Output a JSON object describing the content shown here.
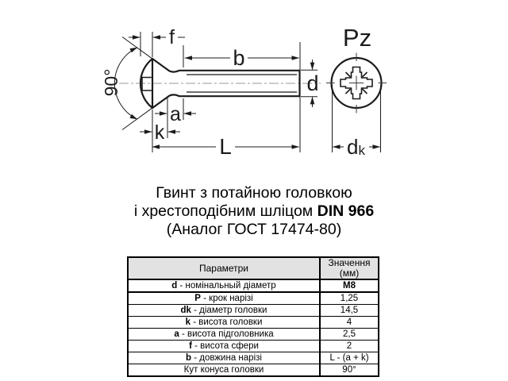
{
  "drawing": {
    "labels": {
      "f": "f",
      "b": "b",
      "d": "d",
      "a": "a",
      "k": "k",
      "L": "L",
      "angle": "90°",
      "pz": "Pz",
      "dk_main": "d",
      "dk_sub": "k"
    }
  },
  "title": {
    "line1": "Гвинт з потайною головкою",
    "line2_regular": "і хрестоподібним шліцом ",
    "line2_bold": "DIN 966",
    "line3": "(Аналог ГОСТ 17474-80)"
  },
  "table": {
    "headers": {
      "param": "Параметри",
      "value": "Значення (мм)"
    },
    "rows": [
      {
        "prefix": "d",
        "rest": " - номінальный діаметр",
        "value": "M8",
        "bold_value": true
      },
      {
        "prefix": "P",
        "rest": " - крок нарізі",
        "value": "1,25",
        "bold_value": false
      },
      {
        "prefix": "dk",
        "rest": " - діаметр головки",
        "value": "14,5",
        "bold_value": false
      },
      {
        "prefix": "k",
        "rest": " - висота головки",
        "value": "4",
        "bold_value": false
      },
      {
        "prefix": "a",
        "rest": " - висота підголовника",
        "value": "2,5",
        "bold_value": false
      },
      {
        "prefix": "f",
        "rest": " - висота сфери",
        "value": "2",
        "bold_value": false
      },
      {
        "prefix": "b",
        "rest": " - довжина нарізі",
        "value": "L - (a + k)",
        "bold_value": false
      },
      {
        "prefix": "",
        "rest": "Кут конуса головки",
        "value": "90°",
        "bold_value": false
      }
    ]
  },
  "colors": {
    "line": "#1b1b1b",
    "centerline": "#9a9a9a",
    "table_header_bg": "#e2e2e2"
  }
}
